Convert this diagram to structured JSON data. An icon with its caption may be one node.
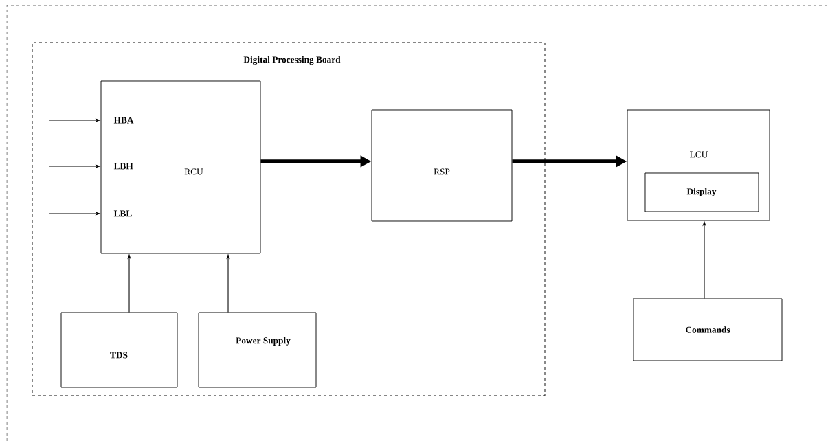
{
  "diagram": {
    "nodes": [
      {
        "text": [
          "Digital Processing Board"
        ]
      },
      {
        "text": [
          "HBA",
          "LBH",
          "RCU",
          "LBL"
        ],
        "in": 0
      },
      {
        "text": [
          "TDS"
        ],
        "in": 0
      },
      {
        "text": [
          "Power Supply"
        ],
        "in": 0
      },
      {
        "text": [
          "RSP"
        ],
        "in": 0
      },
      {
        "text": [
          "LCU"
        ]
      },
      {
        "text": [
          "Display"
        ],
        "in": 5
      },
      {
        "text": [
          "Commands"
        ]
      }
    ],
    "edges": [
      {
        "from": null,
        "to": 1,
        "arrow": "to"
      },
      {
        "from": null,
        "to": 1,
        "arrow": "to"
      },
      {
        "from": null,
        "to": 1,
        "arrow": "to"
      },
      {
        "from": 2,
        "to": 1,
        "arrow": "to"
      },
      {
        "from": 3,
        "to": 1,
        "arrow": "to"
      },
      {
        "from": 1,
        "to": 4,
        "arrow": "to",
        "style": "thick"
      },
      {
        "from": 4,
        "to": 5,
        "arrow": "to",
        "style": "thick"
      },
      {
        "from": 7,
        "to": 5,
        "arrow": "to"
      }
    ]
  }
}
